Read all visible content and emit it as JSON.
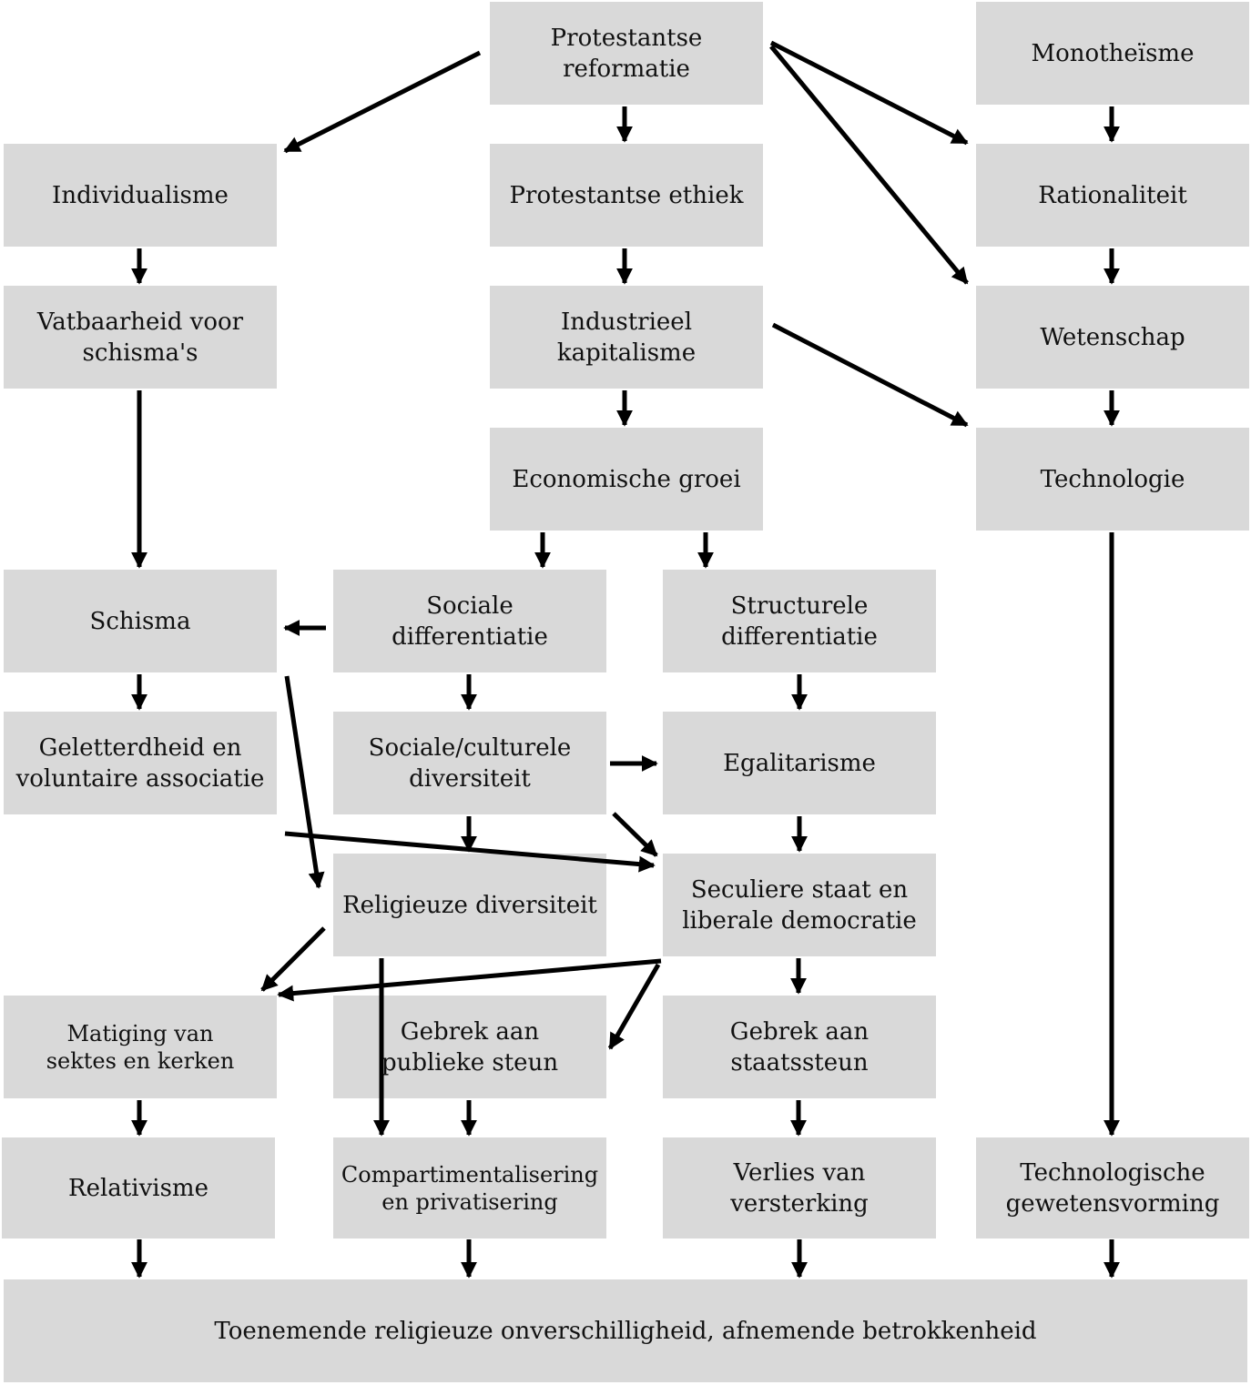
{
  "nodes": {
    "protestantse_reformatie": "Protestantse\nreformatie",
    "monotheisme": "Monotheïsme",
    "individualisme": "Individualisme",
    "protestantse_ethiek": "Protestantse ethiek",
    "rationaliteit": "Rationaliteit",
    "vatbaarheid": "Vatbaarheid voor\nschisma's",
    "industrieel_kapitalisme": "Industrieel\nkapitalisme",
    "wetenschap": "Wetenschap",
    "economische_groei": "Economische groei",
    "technologie": "Technologie",
    "schisma": "Schisma",
    "sociale_differentiatie": "Sociale\ndifferentiatie",
    "structurele_differentiatie": "Structurele\ndifferentiatie",
    "geletterdheid": "Geletterdheid en\nvoluntaire associatie",
    "sociale_culturele_diversiteit": "Sociale/culturele\ndiversiteit",
    "egalitarisme": "Egalitarisme",
    "religieuze_diversiteit": "Religieuze diversiteit",
    "seculiere_staat": "Seculiere staat en\nliberale democratie",
    "matiging": "Matiging van\nsektes en kerken",
    "gebrek_publieke_steun": "Gebrek aan\npublieke steun",
    "gebrek_staatssteun": "Gebrek aan\nstaatssteun",
    "relativisme": "Relativisme",
    "compartimentalisering": "Compartimentalisering\nen privatisering",
    "verlies_versterking": "Verlies van\nversterking",
    "technologische_gewetensvorming": "Technologische\ngewetensvorming",
    "toenemende_onverschilligheid": "Toenemende religieuze onverschilligheid, afnemende betrokkenheid"
  },
  "colors": {
    "box_fill": "#d9d9d9",
    "arrow": "#000000",
    "text": "#111111"
  }
}
